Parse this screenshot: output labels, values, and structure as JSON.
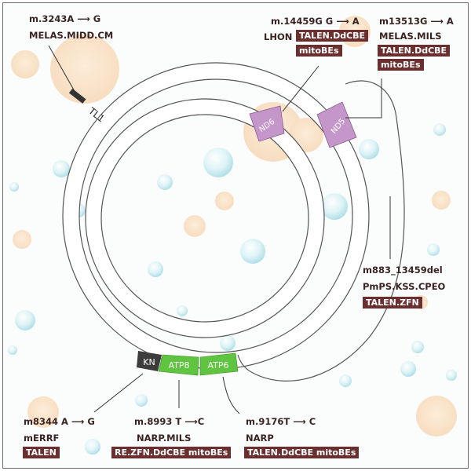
{
  "colors": {
    "tag_bg": "#6b2f2f",
    "nd_gene": "#c596c9",
    "atp_gene": "#5fc43f",
    "kn_gene": "#3c3c3c",
    "tl1_gene": "#333333",
    "ring_fill": "#ffffff",
    "ring_stroke": "#555555"
  },
  "genes": {
    "tl1": "TL1",
    "nd6": "ND6",
    "nd5": "ND5",
    "kn": "KN",
    "atp8": "ATP8",
    "atp6": "ATP6"
  },
  "mutations": {
    "m3243": {
      "prefix": "m.3243A",
      "arrow": "⟶",
      "suffix": "G",
      "disease": "MELAS.MIDD.CM"
    },
    "m14459": {
      "title": "m.14459G  G ⟶ A",
      "disease": "LHON",
      "tag1": "TALEN.DdCBE",
      "tag2": "mitoBEs"
    },
    "m13513": {
      "title": "m13513G ⟶ A",
      "disease": "MELAS.MILS",
      "tag1": "TALEN.DdCBE",
      "tag2": "mitoBEs"
    },
    "m883": {
      "title": "m883_13459del",
      "disease": "PmPS.KSS.CPEO",
      "tag1": "TALEN.ZFN"
    },
    "m8344": {
      "title": "m8344  A ⟶ G",
      "disease": "mERRF",
      "tag1": "TALEN"
    },
    "m8993": {
      "title": "m.8993  T ⟶C",
      "disease": "NARP.MILS",
      "tag1": "RE.ZFN.DdCBE  mitoBEs"
    },
    "m9176": {
      "title": "m.9176T ⟶ C",
      "disease": "NARP",
      "tag1": "TALEN.DdCBE  mitoBEs"
    }
  }
}
